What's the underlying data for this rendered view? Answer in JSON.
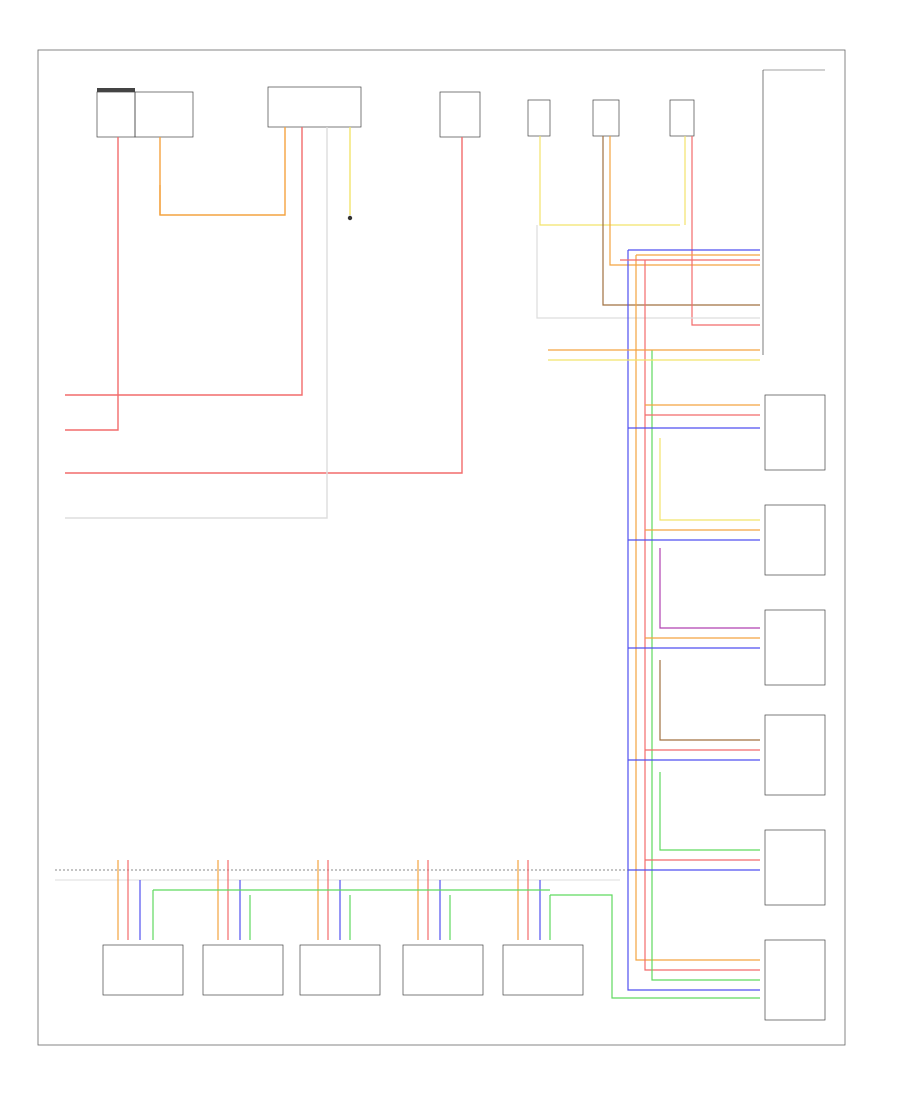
{
  "diagram": {
    "corner_mark": "",
    "upper_left_components": [
      {
        "id": "fuse_a",
        "label": ""
      },
      {
        "id": "fuse_b",
        "label": ""
      },
      {
        "id": "control_unit",
        "label": ""
      },
      {
        "id": "fuse_c",
        "label": ""
      }
    ],
    "ground_point": {
      "label": ""
    },
    "upper_right_sensors": [
      {
        "id": "sensor_1",
        "label": ""
      },
      {
        "id": "sensor_2",
        "label": ""
      },
      {
        "id": "sensor_3",
        "label": ""
      }
    ],
    "connector_block": {
      "label": ""
    },
    "left_wire_tags": [
      "",
      "",
      "",
      ""
    ],
    "right_modules": [
      {
        "id": "module_1",
        "label": ""
      },
      {
        "id": "module_2",
        "label": ""
      },
      {
        "id": "module_3",
        "label": ""
      },
      {
        "id": "module_4",
        "label": ""
      },
      {
        "id": "module_5",
        "label": ""
      },
      {
        "id": "module_6",
        "label": ""
      }
    ],
    "bottom_modules": [
      {
        "id": "bmod_1",
        "label": ""
      },
      {
        "id": "bmod_2",
        "label": ""
      },
      {
        "id": "bmod_3",
        "label": ""
      },
      {
        "id": "bmod_4",
        "label": ""
      },
      {
        "id": "bmod_5",
        "label": ""
      }
    ],
    "bottom_right_caption": "",
    "wire_colors": {
      "red": "#f26b6b",
      "orange": "#f4a340",
      "yellow": "#f2e36b",
      "blue": "#4f4ff0",
      "violet": "#b040b0",
      "green": "#5fd95f",
      "brown": "#a07040",
      "gray": "#b0b0b0",
      "pink": "#f0a0c0",
      "black": "#333333"
    }
  }
}
